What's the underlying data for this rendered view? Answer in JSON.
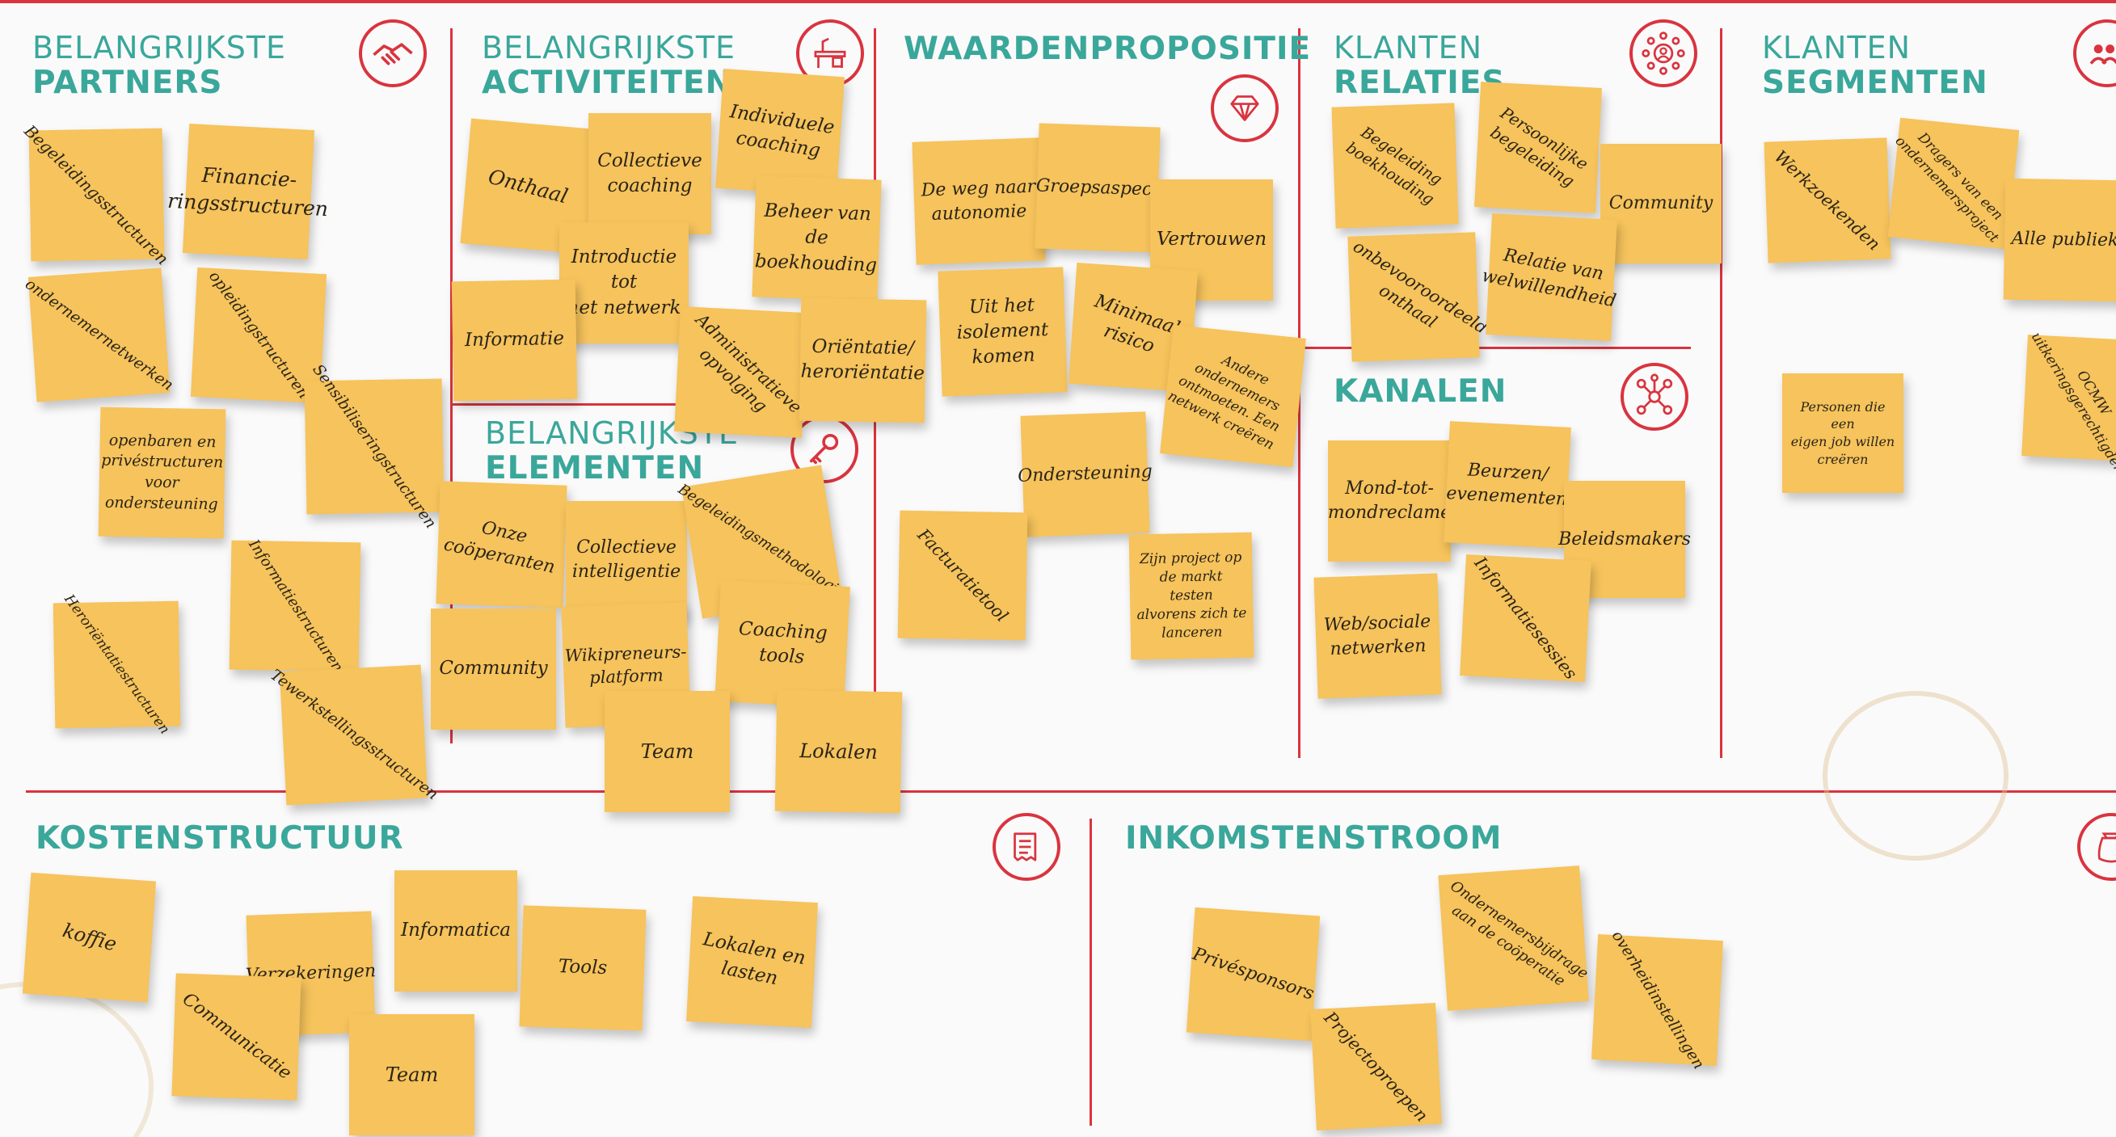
{
  "canvas_sections": {
    "partners": {
      "line1": "BELANGRIJKSTE",
      "line2": "PARTNERS"
    },
    "activities": {
      "line1": "BELANGRIJKSTE",
      "line2": "ACTIVITEITEN"
    },
    "value": {
      "title": "WAARDENPROPOSITIE"
    },
    "relations": {
      "line1": "KLANTEN",
      "line2": "RELATIES"
    },
    "segments": {
      "line1": "KLANTEN",
      "line2": "SEGMENTEN"
    },
    "resources": {
      "line1": "BELANGRIJKSTE",
      "line2": "ELEMENTEN"
    },
    "channels": {
      "title": "KANALEN"
    },
    "costs": {
      "title": "KOSTENSTRUCTUUR"
    },
    "revenue": {
      "title": "INKOMSTENSTROOM"
    }
  },
  "icons": [
    "handshake-icon",
    "desk-icon",
    "diamond-icon",
    "people-network-icon",
    "target-group-icon",
    "key-icon",
    "network-nodes-icon",
    "receipt-icon",
    "money-bag-icon"
  ],
  "colors": {
    "accent": "#d9343f",
    "heading": "#3aa79b",
    "sticky_note": "#f6c35c",
    "background": "#fbfafa"
  },
  "notes": {
    "partners": [
      "Begeleidingsstructuren",
      "Financie-\nringsstructuren",
      "ondernemernetwerken",
      "opleidingstructuren",
      "openbaren en\nprivéstructuren\nvoor\nondersteuning",
      "Sensibiliseringstructuren",
      "Informatiestructuren",
      "Heroriëntatiestructuren",
      "Tewerkstellingsstructuren"
    ],
    "activities": [
      "Onthaal",
      "Collectieve\ncoaching",
      "Individuele\ncoaching",
      "Beheer van de\nboekhouding",
      "Introductie tot\nhet netwerk",
      "Informatie",
      "Administratieve\nopvolging",
      "Oriëntatie/\nheroriëntatie"
    ],
    "resources": [
      "Onze\ncoöperanten",
      "Collectieve\nintelligentie",
      "Begeleidingsmethodologie",
      "Community",
      "Wikipreneurs-\nplatform",
      "Coaching\ntools",
      "Team",
      "Lokalen"
    ],
    "value": [
      "De weg naar\nautonomie",
      "Groepsaspect",
      "Vertrouwen",
      "Uit het\nisolement\nkomen",
      "Minimaal\nrisico",
      "Andere ondernemers\nontmoeten. Een\nnetwerk creëren",
      "Ondersteuning",
      "Facturatietool",
      "Zijn project op\nde markt testen\nalvorens zich te\nlanceren"
    ],
    "relations": [
      "Begeleiding\nboekhouding",
      "Persoonlijke\nbegeleiding",
      "Community",
      "onbevooroordeeld\nonthaal",
      "Relatie van\nwelwillendheid"
    ],
    "channels": [
      "Mond-tot-\nmondreclame",
      "Beurzen/\nevenementen",
      "Beleidsmakers",
      "Web/sociale\nnetwerken",
      "Informatiesessies"
    ],
    "segments": [
      "Werkzoekenden",
      "Dragers van een\nondernemersproject",
      "Alle publiek",
      "Personen die een\neigen job willen\ncreëren",
      "OCMW\nuitkeringsgerechtigden"
    ],
    "costs": [
      "koffie",
      "Verzekeringen",
      "Informatica",
      "Tools",
      "Lokalen en\nlasten",
      "Communicatie",
      "Team"
    ],
    "revenue": [
      "Privésponsors",
      "Ondernemersbijdrage\naan de coöperatie",
      "overheidinstellingen",
      "Projectoproepen"
    ]
  }
}
